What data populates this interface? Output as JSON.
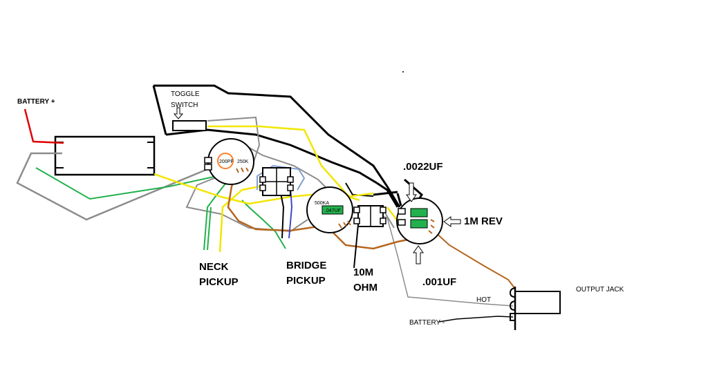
{
  "labels": {
    "battery_plus": "BATTERY +",
    "toggle_switch_line1": "TOGGLE",
    "toggle_switch_line2": "SWITCH",
    "cap_200pf": "200PF",
    "pot_250k": "250K",
    "pot_500ka": "500KA",
    "cap_047uf": ".047UF",
    "cap_0022uf": ".0022UF",
    "pot_1m_rev": "1M REV",
    "cap_001uf": ".001UF",
    "neck_pickup_line1": "NECK",
    "neck_pickup_line2": "PICKUP",
    "bridge_pickup_line1": "BRIDGE",
    "bridge_pickup_line2": "PICKUP",
    "resistor_line1": "10M",
    "resistor_line2": "OHM",
    "output_jack": "OUTPUT JACK",
    "hot": "HOT",
    "battery_minus": "BATTERY -"
  },
  "colors": {
    "black": "#000000",
    "gray": "#8c8c8c",
    "yellow": "#f2e600",
    "red": "#e00000",
    "green": "#22b14c",
    "brown": "#b5651d",
    "blue": "#3f48cc",
    "lightblue": "#7f9fcf",
    "orange": "#ff7f27"
  }
}
